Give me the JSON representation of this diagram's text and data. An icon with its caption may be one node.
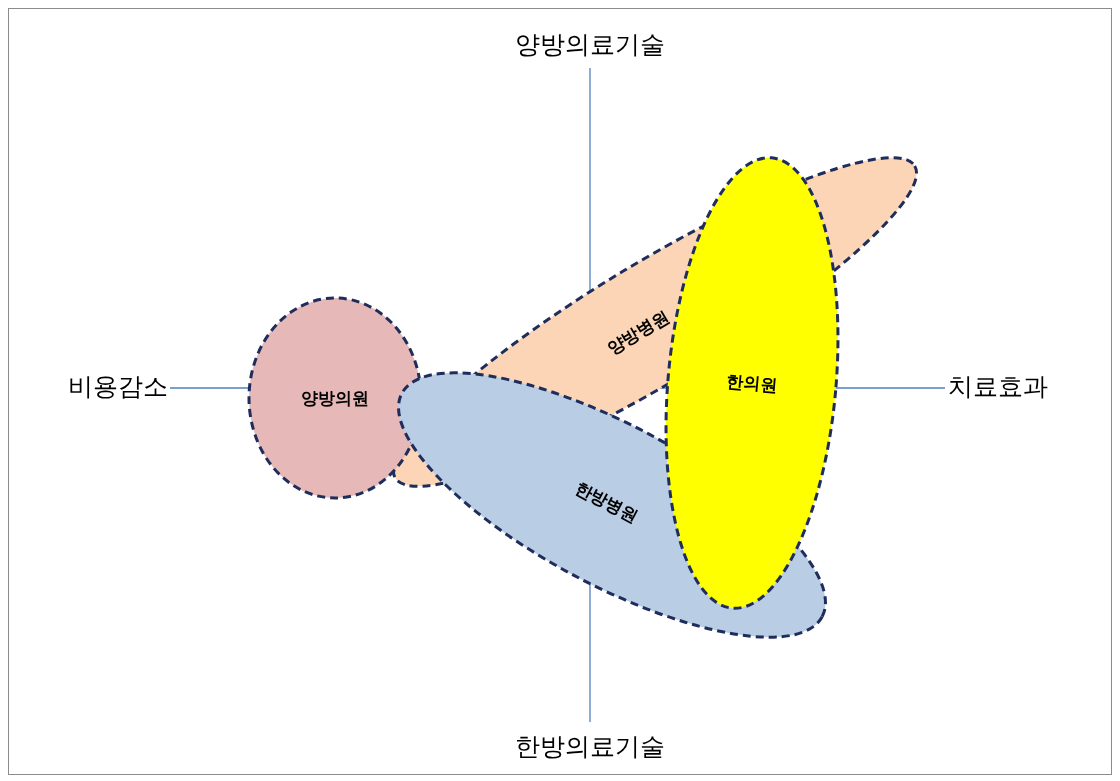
{
  "diagram": {
    "nodes": [
      {
        "text": [
          "양방의원"
        ]
      },
      {
        "text": [
          "양방병원"
        ]
      },
      {
        "text": [
          "한의원"
        ]
      },
      {
        "text": [
          "한방병원"
        ]
      }
    ],
    "labels": [
      "양방의료기술",
      "비용감소",
      "치료효과",
      "한방의료기술"
    ]
  }
}
